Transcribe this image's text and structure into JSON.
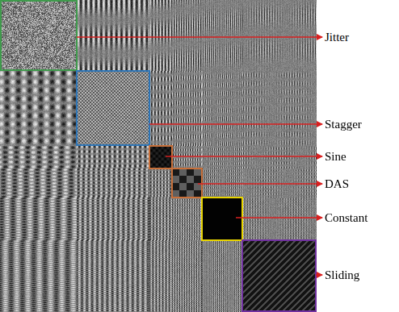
{
  "diagram": {
    "labels": [
      "Jitter",
      "Stagger",
      "Sine",
      "DAS",
      "Constant",
      "Sliding"
    ]
  }
}
